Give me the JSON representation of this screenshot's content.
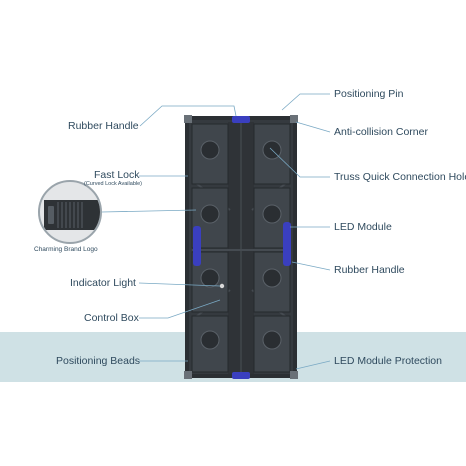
{
  "labels_left": {
    "rubber_handle": "Rubber Handle",
    "fast_lock": "Fast Lock",
    "fast_lock_sub": "(Curved Lock Available)",
    "brand_logo": "Charming Brand Logo",
    "indicator_light": "Indicator Light",
    "control_box": "Control Box",
    "positioning_beads": "Positioning Beads"
  },
  "labels_right": {
    "positioning_pin": "Positioning Pin",
    "anti_collision_corner": "Anti-collision Corner",
    "truss_quick_connection_hole": "Truss Quick Connection Hole",
    "led_module": "LED Module",
    "rubber_handle": "Rubber Handle",
    "led_module_protection": "LED Module Protection"
  },
  "colors": {
    "label_text": "#2f4a5e",
    "leader_line": "#7aa9c4",
    "band": "#cfe1e5",
    "cabinet_dark": "#2b2f33",
    "cabinet_mid": "#3d4247",
    "handle_blue": "#3a3fbf"
  }
}
